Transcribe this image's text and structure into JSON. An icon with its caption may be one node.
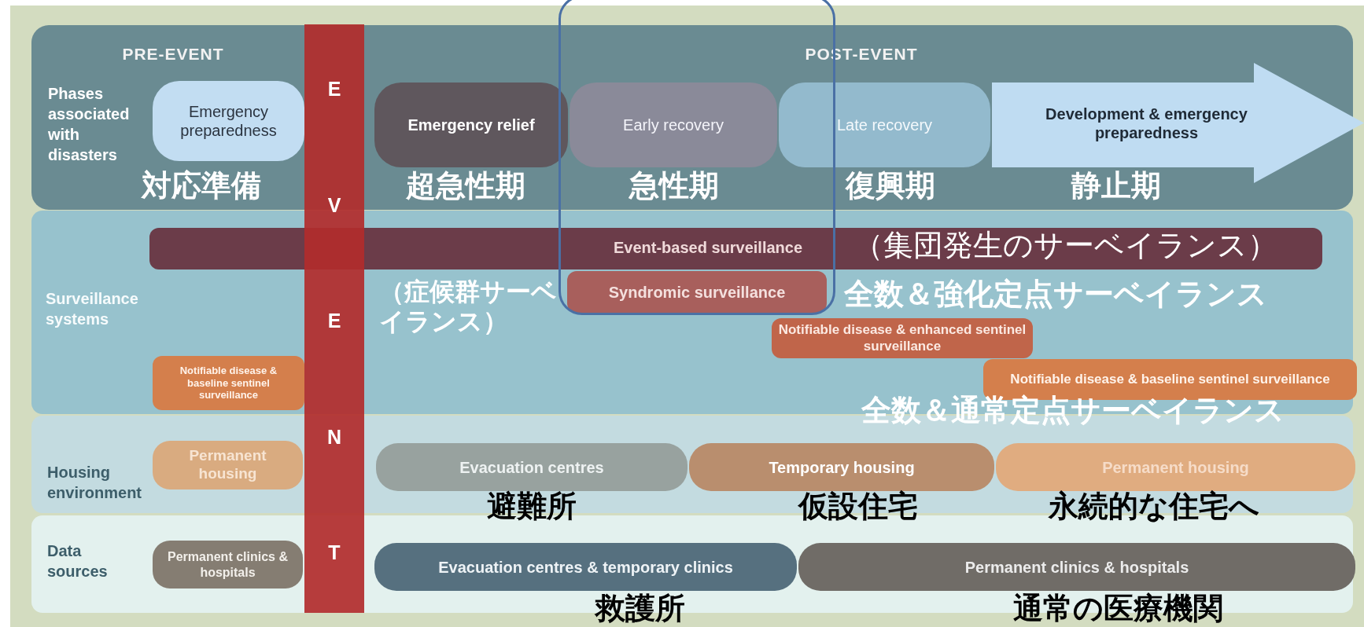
{
  "diagram": {
    "nodes": [
      {
        "text": [
          "PRE-EVENT",
          "POST-EVENT",
          "Phases associated with disasters"
        ]
      },
      {
        "text": [
          "E",
          "V",
          "E",
          "N",
          "T"
        ]
      },
      {
        "text": [
          "Emergency preparedness"
        ],
        "in": 0,
        "beside": [
          "対応準備"
        ]
      },
      {
        "text": [
          "Emergency relief"
        ],
        "in": 0,
        "beside": [
          "超急性期"
        ]
      },
      {
        "text": [
          "Early recovery"
        ],
        "in": 0,
        "beside": [
          "急性期"
        ]
      },
      {
        "text": [
          "Late recovery"
        ],
        "in": 0,
        "beside": [
          "復興期"
        ]
      },
      {
        "text": [
          "Development & emergency preparedness"
        ],
        "in": 0,
        "beside": [
          "静止期"
        ]
      },
      {
        "text": [
          "Surveillance systems"
        ]
      },
      {
        "text": [
          "Event-based surveillance",
          "（集団発生のサーベイランス）"
        ],
        "in": 7
      },
      {
        "text": [
          "Syndromic surveillance"
        ],
        "in": 7,
        "beside": [
          "（症候群サーベイランス）"
        ]
      },
      {
        "text": [
          "Notifiable disease & enhanced sentinel surveillance"
        ],
        "in": 7,
        "beside": [
          "全数＆強化定点サーベイランス"
        ]
      },
      {
        "text": [
          "Notifiable disease & baseline sentinel surveillance"
        ],
        "in": 7
      },
      {
        "text": [
          "Notifiable disease & baseline sentinel surveillance"
        ],
        "in": 7,
        "beside": [
          "全数＆通常定点サーベイランス"
        ]
      },
      {
        "text": [
          "Housing environment"
        ]
      },
      {
        "text": [
          "Permanent housing"
        ],
        "in": 13
      },
      {
        "text": [
          "Evacuation centres"
        ],
        "in": 13,
        "beside": [
          "避難所"
        ]
      },
      {
        "text": [
          "Temporary housing"
        ],
        "in": 13,
        "beside": [
          "仮設住宅"
        ]
      },
      {
        "text": [
          "Permanent housing"
        ],
        "in": 13,
        "beside": [
          "永続的な住宅へ"
        ]
      },
      {
        "text": [
          "Data sources"
        ]
      },
      {
        "text": [
          "Permanent clinics & hospitals"
        ],
        "in": 18
      },
      {
        "text": [
          "Evacuation centres & temporary clinics"
        ],
        "in": 18,
        "beside": [
          "救護所"
        ]
      },
      {
        "text": [
          "Permanent clinics & hospitals"
        ],
        "in": 18,
        "beside": [
          "通常の医療機関"
        ]
      }
    ]
  }
}
